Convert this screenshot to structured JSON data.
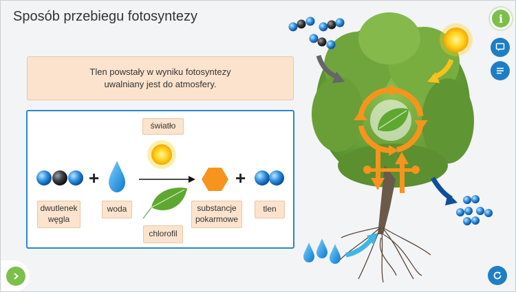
{
  "title": "Sposób przebiegu fotosyntezy",
  "info_text": {
    "line1": "Tlen powstały w wyniku fotosyntezy",
    "line2": "uwalniany jest do atmosfery."
  },
  "diagram": {
    "light_label": "światło",
    "chlorophyll_label": "chlorofil",
    "co2_label_line1": "dwutlenek",
    "co2_label_line2": "węgla",
    "water_label": "woda",
    "nutrients_label_line1": "substancje",
    "nutrients_label_line2": "pokarmowe",
    "oxygen_label": "tlen",
    "plus1": "+",
    "plus2": "+"
  },
  "buttons": {
    "info_glyph": "i"
  },
  "colors": {
    "accent_blue": "#1e7ec5",
    "accent_green": "#7cbf4a",
    "label_bg": "#fbe3cd",
    "cycle_orange": "#f7941d"
  },
  "icons": [
    "info-icon",
    "comment-icon",
    "list-icon",
    "next-arrow-icon",
    "refresh-icon"
  ]
}
